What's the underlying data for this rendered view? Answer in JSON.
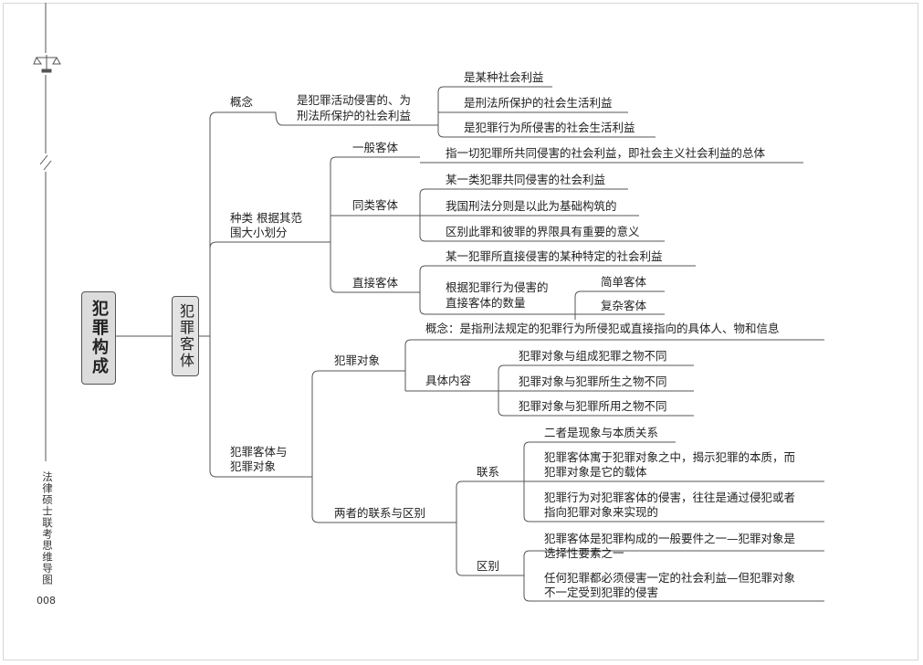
{
  "root": "犯罪构成",
  "level1": "犯罪客体",
  "side": {
    "vertical_title": "法律硕士联考思维导图",
    "page_number": "008"
  },
  "concept": {
    "label": "概念",
    "desc": [
      "是犯罪活动侵害的、为",
      "刑法所保护的社会利益"
    ],
    "items": [
      "是某种社会利益",
      "是刑法所保护的社会生活利益",
      "是犯罪行为所侵害的社会生活利益"
    ]
  },
  "types": {
    "label": [
      "种类  根据其范",
      "围大小划分"
    ],
    "general": {
      "label": "一般客体",
      "desc": "指一切犯罪所共同侵害的社会利益，即社会主义社会利益的总体"
    },
    "same": {
      "label": "同类客体",
      "items": [
        "某一类犯罪共同侵害的社会利益",
        "我国刑法分则是以此为基础构筑的",
        "区别此罪和彼罪的界限具有重要的意义"
      ]
    },
    "direct": {
      "label": "直接客体",
      "item1": "某一犯罪所直接侵害的某种特定的社会利益",
      "by_count": [
        "根据犯罪行为侵害的",
        "直接客体的数量"
      ],
      "simple": "简单客体",
      "complex": "复杂客体"
    }
  },
  "obj": {
    "label": [
      "犯罪客体与",
      "犯罪对象"
    ],
    "target": {
      "label": "犯罪对象",
      "concept": "概念：是指刑法规定的犯罪行为所侵犯或直接指向的具体人、物和信息",
      "content_label": "具体内容",
      "contents": [
        "犯罪对象与组成犯罪之物不同",
        "犯罪对象与犯罪所生之物不同",
        "犯罪对象与犯罪所用之物不同"
      ]
    },
    "relation": {
      "label": "两者的联系与区别",
      "link_label": "联系",
      "links": [
        [
          "二者是现象与本质关系"
        ],
        [
          "犯罪客体寓于犯罪对象之中，揭示犯罪的本质，而",
          "犯罪对象是它的载体"
        ],
        [
          "犯罪行为对犯罪客体的侵害，往往是通过侵犯或者",
          "指向犯罪对象来实现的"
        ]
      ],
      "diff_label": "区别",
      "diffs": [
        [
          "犯罪客体是犯罪构成的一般要件之一—犯罪对象是",
          "选择性要素之一"
        ],
        [
          "任何犯罪都必须侵害一定的社会利益—但犯罪对象",
          "不一定受到犯罪的侵害"
        ]
      ]
    }
  }
}
